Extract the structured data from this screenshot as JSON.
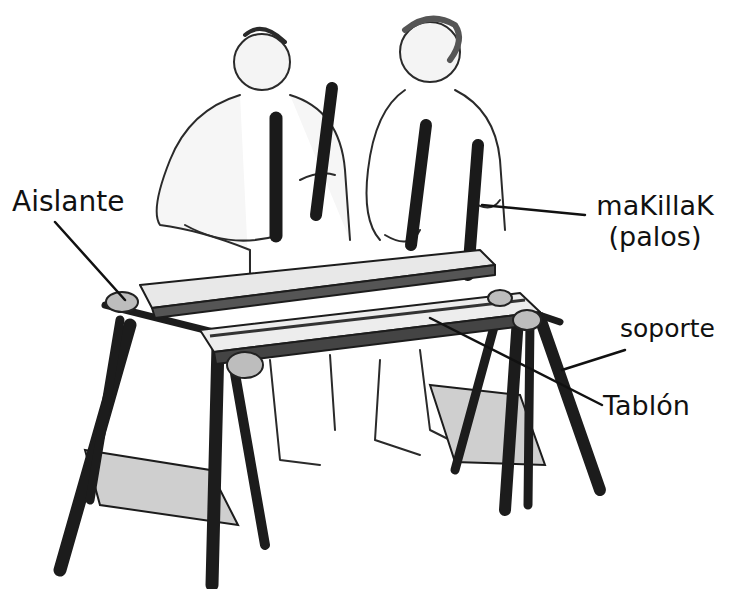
{
  "diagram": {
    "labels": [
      "Aislante",
      "maKillaK (palos)",
      "soporte",
      "Tablón"
    ]
  }
}
